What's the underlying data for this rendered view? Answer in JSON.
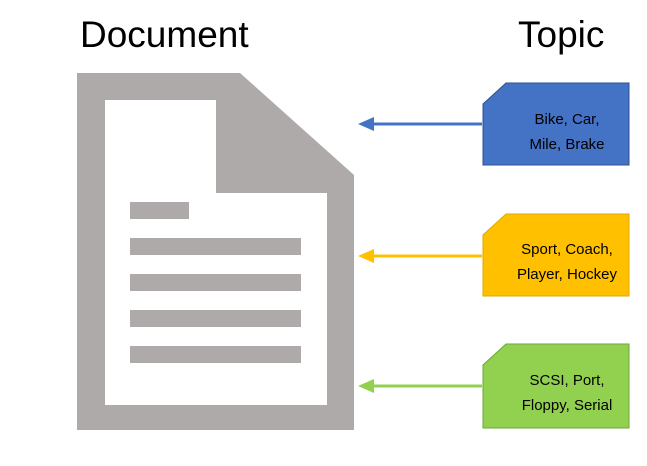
{
  "headings": {
    "document": "Document",
    "topic": "Topic"
  },
  "document_icon": {
    "name": "document-icon",
    "color": "#aeaaaa"
  },
  "topics": [
    {
      "lines": [
        "Bike, Car,",
        "Mile, Brake"
      ],
      "fill": "#4472c4",
      "stroke": "#2f528f",
      "text_color": "#000000",
      "arrow_color": "#4472c4"
    },
    {
      "lines": [
        "Sport, Coach,",
        "Player, Hockey"
      ],
      "fill": "#ffc000",
      "stroke": "#e0a800",
      "text_color": "#000000",
      "arrow_color": "#ffc000"
    },
    {
      "lines": [
        "SCSI, Port,",
        "Floppy, Serial"
      ],
      "fill": "#92d050",
      "stroke": "#6ea63a",
      "text_color": "#000000",
      "arrow_color": "#92d050"
    }
  ]
}
